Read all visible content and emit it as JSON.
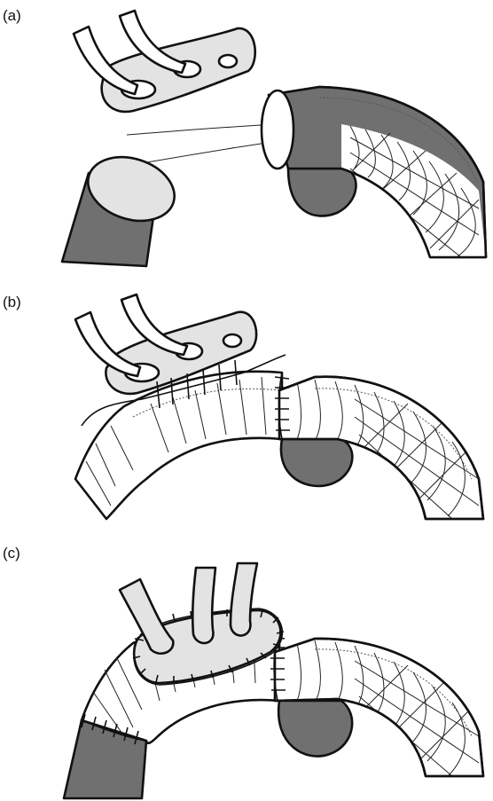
{
  "panels": [
    {
      "id": "a",
      "label": "(a)"
    },
    {
      "id": "b",
      "label": "(b)"
    },
    {
      "id": "c",
      "label": "(c)"
    }
  ],
  "colors": {
    "vessel_dark": "#707070",
    "graft_light": "#e3e3e3",
    "outline": "#111111",
    "background": "#ffffff"
  }
}
